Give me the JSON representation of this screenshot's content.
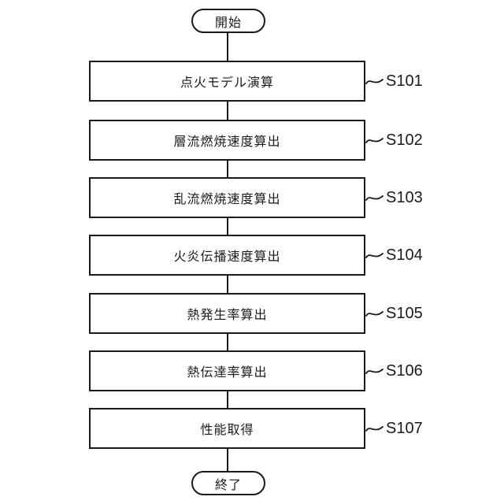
{
  "figure": {
    "type": "flowchart",
    "start_label": "開始",
    "end_label": "終了",
    "steps": [
      {
        "id": "S101",
        "label": "点火モデル演算"
      },
      {
        "id": "S102",
        "label": "層流燃焼速度算出"
      },
      {
        "id": "S103",
        "label": "乱流燃焼速度算出"
      },
      {
        "id": "S104",
        "label": "火炎伝播速度算出"
      },
      {
        "id": "S105",
        "label": "熱発生率算出"
      },
      {
        "id": "S106",
        "label": "熱伝達率算出"
      },
      {
        "id": "S107",
        "label": "性能取得"
      }
    ],
    "colors": {
      "line": "#1a1a1a",
      "background": "#ffffff",
      "box_fill": "#ffffff"
    }
  }
}
